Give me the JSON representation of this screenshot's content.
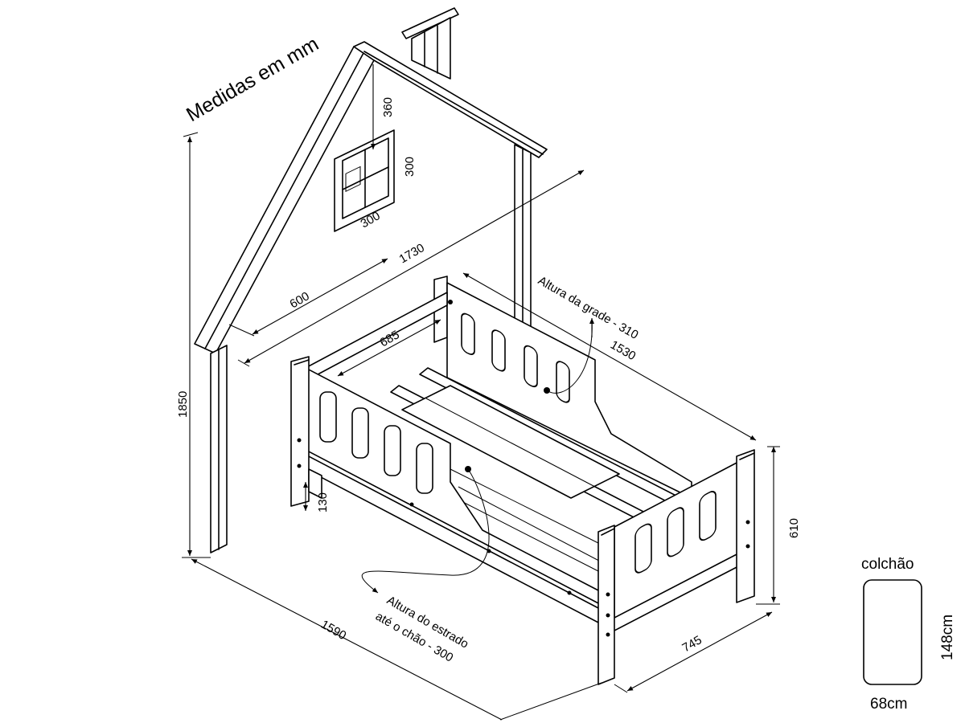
{
  "title": "Medidas em mm",
  "dimensions": {
    "house_height": "1850",
    "house_depth": "600",
    "house_width": "1730",
    "window_offset": "360",
    "window_height": "300",
    "window_width": "300",
    "rail_height": "Altura da grade - 310",
    "bed_length": "1530",
    "bed_inner_width": "685",
    "bed_end_height": "610",
    "leg_height": "130",
    "base_length": "1590",
    "base_width": "745",
    "slat_height_line1": "Altura do estrado",
    "slat_height_line2": "até o chão - 300"
  },
  "mattress": {
    "title": "colchão",
    "width": "68cm",
    "length": "148cm"
  }
}
